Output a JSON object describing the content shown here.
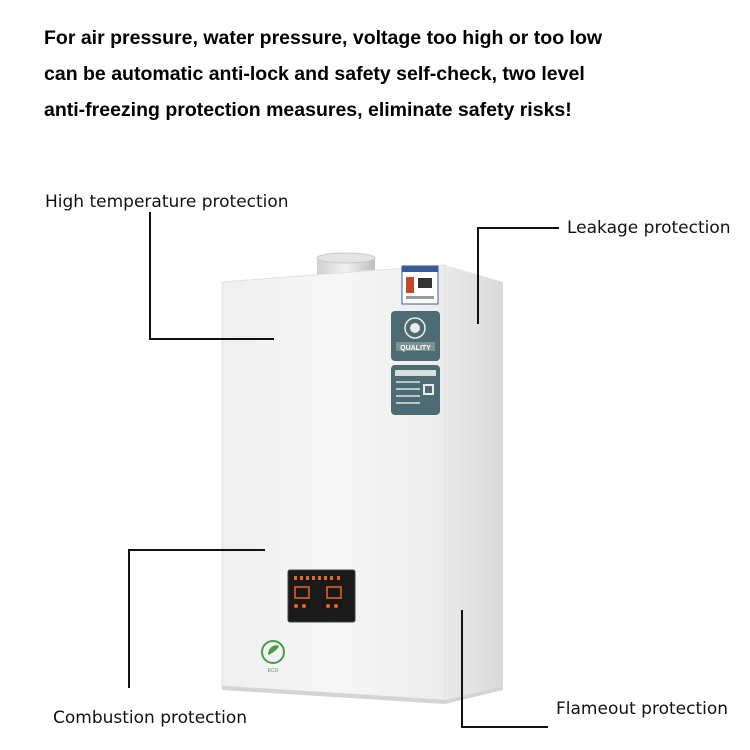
{
  "headline": {
    "line1": "For air pressure, water pressure, voltage too high or too low",
    "line2": "can be automatic anti-lock and safety self-check, two level",
    "line3": "anti-freezing protection measures, eliminate safety risks!"
  },
  "callouts": {
    "high_temperature": "High temperature protection",
    "leakage": "Leakage protection",
    "combustion": "Combustion protection",
    "flameout": "Flameout protection"
  },
  "product": {
    "quality_badge_text": "QUALITY",
    "eco_badge_text": "ECO"
  },
  "colors": {
    "body": "#f4f4f4",
    "side": "#e6e6e6",
    "badge": "#4e6b73",
    "panel": "#1a1a1a",
    "panel_text": "#e8662a"
  }
}
